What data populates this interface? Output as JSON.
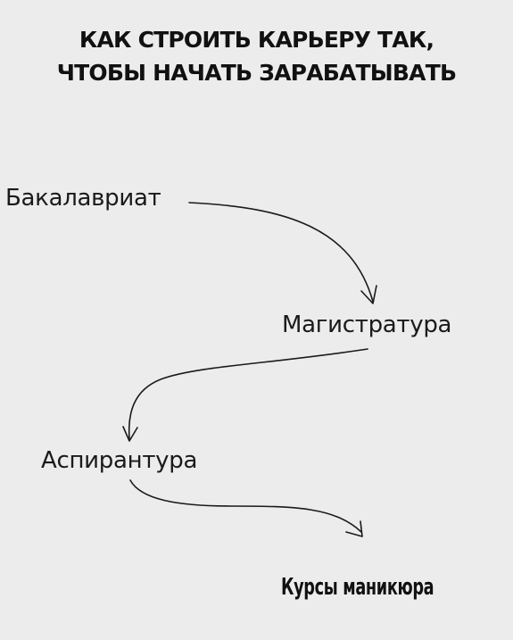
{
  "title": {
    "line1": "КАК СТРОИТЬ КАРЬЕРУ ТАК,",
    "line2": "ЧТОБЫ НАЧАТЬ ЗАРАБАТЫВАТЬ"
  },
  "stages": {
    "bachelor": "Бакалавриат",
    "master": "Магистратура",
    "phd": "Аспирантура",
    "manicure": "Курсы маникюра"
  }
}
